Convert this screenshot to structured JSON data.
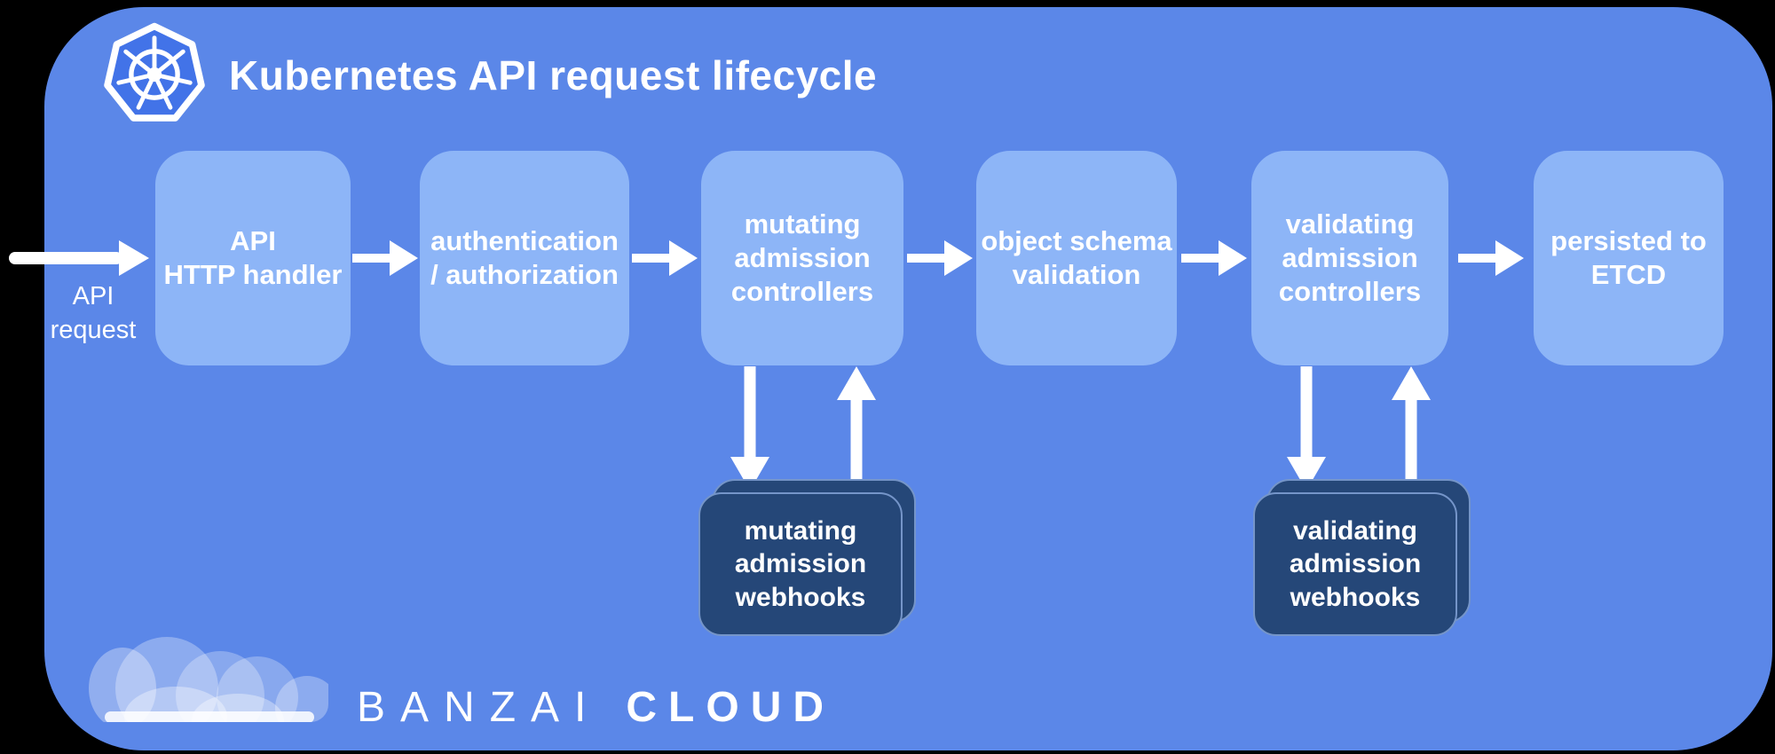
{
  "header": {
    "title": "Kubernetes API request lifecycle",
    "logo_icon": "kubernetes-helm-wheel"
  },
  "entry": {
    "label": "API\nrequest"
  },
  "flow": {
    "nodes": [
      {
        "id": "api-http-handler",
        "label": "API\nHTTP handler"
      },
      {
        "id": "authentication-authorization",
        "label": "authentication\n/ authorization"
      },
      {
        "id": "mutating-admission-controllers",
        "label": "mutating\nadmission\ncontrollers"
      },
      {
        "id": "object-schema-validation",
        "label": "object schema\nvalidation"
      },
      {
        "id": "validating-admission-controllers",
        "label": "validating\nadmission\ncontrollers"
      },
      {
        "id": "persisted-to-etcd",
        "label": "persisted to\nETCD"
      }
    ]
  },
  "webhooks": [
    {
      "id": "mutating-admission-webhooks",
      "label": "mutating\nadmission\nwebhooks"
    },
    {
      "id": "validating-admission-webhooks",
      "label": "validating\nadmission\nwebhooks"
    }
  ],
  "arrows": [
    {
      "from": "API request",
      "to": "API HTTP handler"
    },
    {
      "from": "API HTTP handler",
      "to": "authentication / authorization"
    },
    {
      "from": "authentication / authorization",
      "to": "mutating admission controllers"
    },
    {
      "from": "mutating admission controllers",
      "to": "object schema validation"
    },
    {
      "from": "object schema validation",
      "to": "validating admission controllers"
    },
    {
      "from": "validating admission controllers",
      "to": "persisted to ETCD"
    },
    {
      "from": "mutating admission controllers",
      "to": "mutating admission webhooks",
      "bidirectional": true
    },
    {
      "from": "validating admission controllers",
      "to": "validating admission webhooks",
      "bidirectional": true
    }
  ],
  "footer": {
    "brand_primary": "BANZAI",
    "brand_secondary": "CLOUD",
    "logo_icon": "banzai-cloud-mark"
  },
  "colors": {
    "background": "#000000",
    "panel": "#5b87e8",
    "node": "#8db5f7",
    "webhook": "#254778",
    "webhook_border": "#7595c9",
    "kubernetes_blue": "#4273e8",
    "text": "#ffffff"
  }
}
